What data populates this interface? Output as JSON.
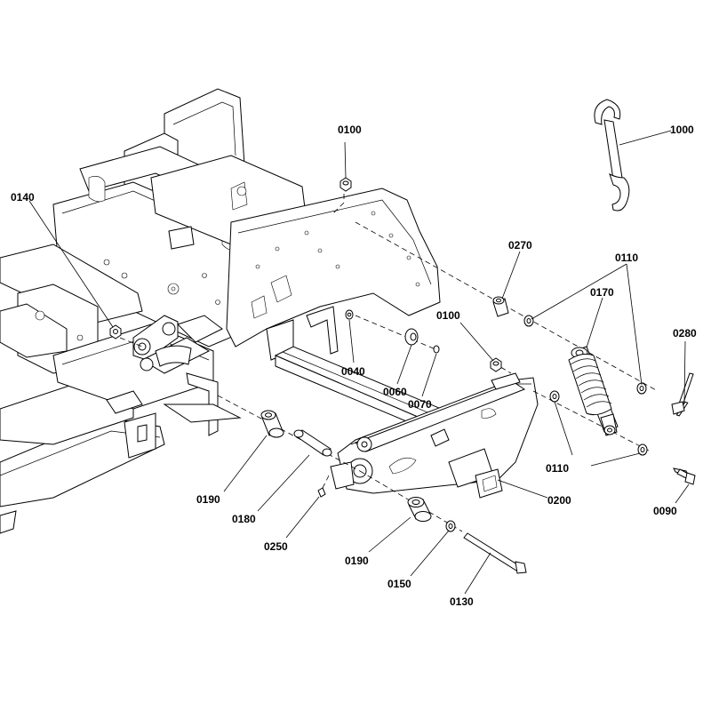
{
  "callouts": {
    "c0100a": "0100",
    "c1000": "1000",
    "c0140": "0140",
    "c0270": "0270",
    "c0110a": "0110",
    "c0170": "0170",
    "c0280": "0280",
    "c0100b": "0100",
    "c0040": "0040",
    "c0060": "0060",
    "c0070": "0070",
    "c0110b": "0110",
    "c0200": "0200",
    "c0090": "0090",
    "c0190a": "0190",
    "c0180": "0180",
    "c0250": "0250",
    "c0190b": "0190",
    "c0150": "0150",
    "c0130": "0130"
  }
}
